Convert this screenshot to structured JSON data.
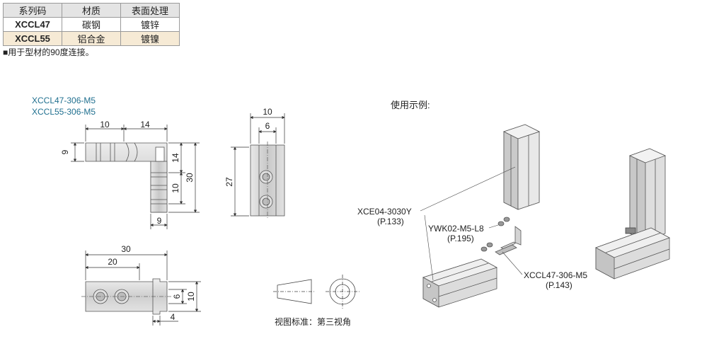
{
  "spec_table": {
    "headers": [
      "系列码",
      "材质",
      "表面处理"
    ],
    "rows": [
      {
        "code": "XCCL47",
        "material": "碳钢",
        "finish": "镀锌"
      },
      {
        "code": "XCCL55",
        "material": "铝合金",
        "finish": "镀镍"
      }
    ]
  },
  "note": "■用于型材的90度连接。",
  "models": [
    "XCCL47-306-M5",
    "XCCL55-306-M5"
  ],
  "usage_title": "使用示例:",
  "view_standard": "视图标准：第三视角",
  "dimensions": {
    "top_view": {
      "d10": "10",
      "d14": "14",
      "d9_left": "9",
      "d14_right": "14",
      "d30": "30",
      "d10_right": "10",
      "d9_bottom": "9"
    },
    "side_view": {
      "d10": "10",
      "d6": "6",
      "d27": "27"
    },
    "bottom_view": {
      "d30": "30",
      "d20": "20",
      "d6": "6",
      "d10": "10",
      "d4": "4"
    }
  },
  "callouts": [
    {
      "part": "XCE04-3030Y",
      "page": "(P.133)"
    },
    {
      "part": "YWK02-M5-L8",
      "page": "(P.195)"
    },
    {
      "part": "XCCL47-306-M5",
      "page": "(P.143)"
    }
  ]
}
